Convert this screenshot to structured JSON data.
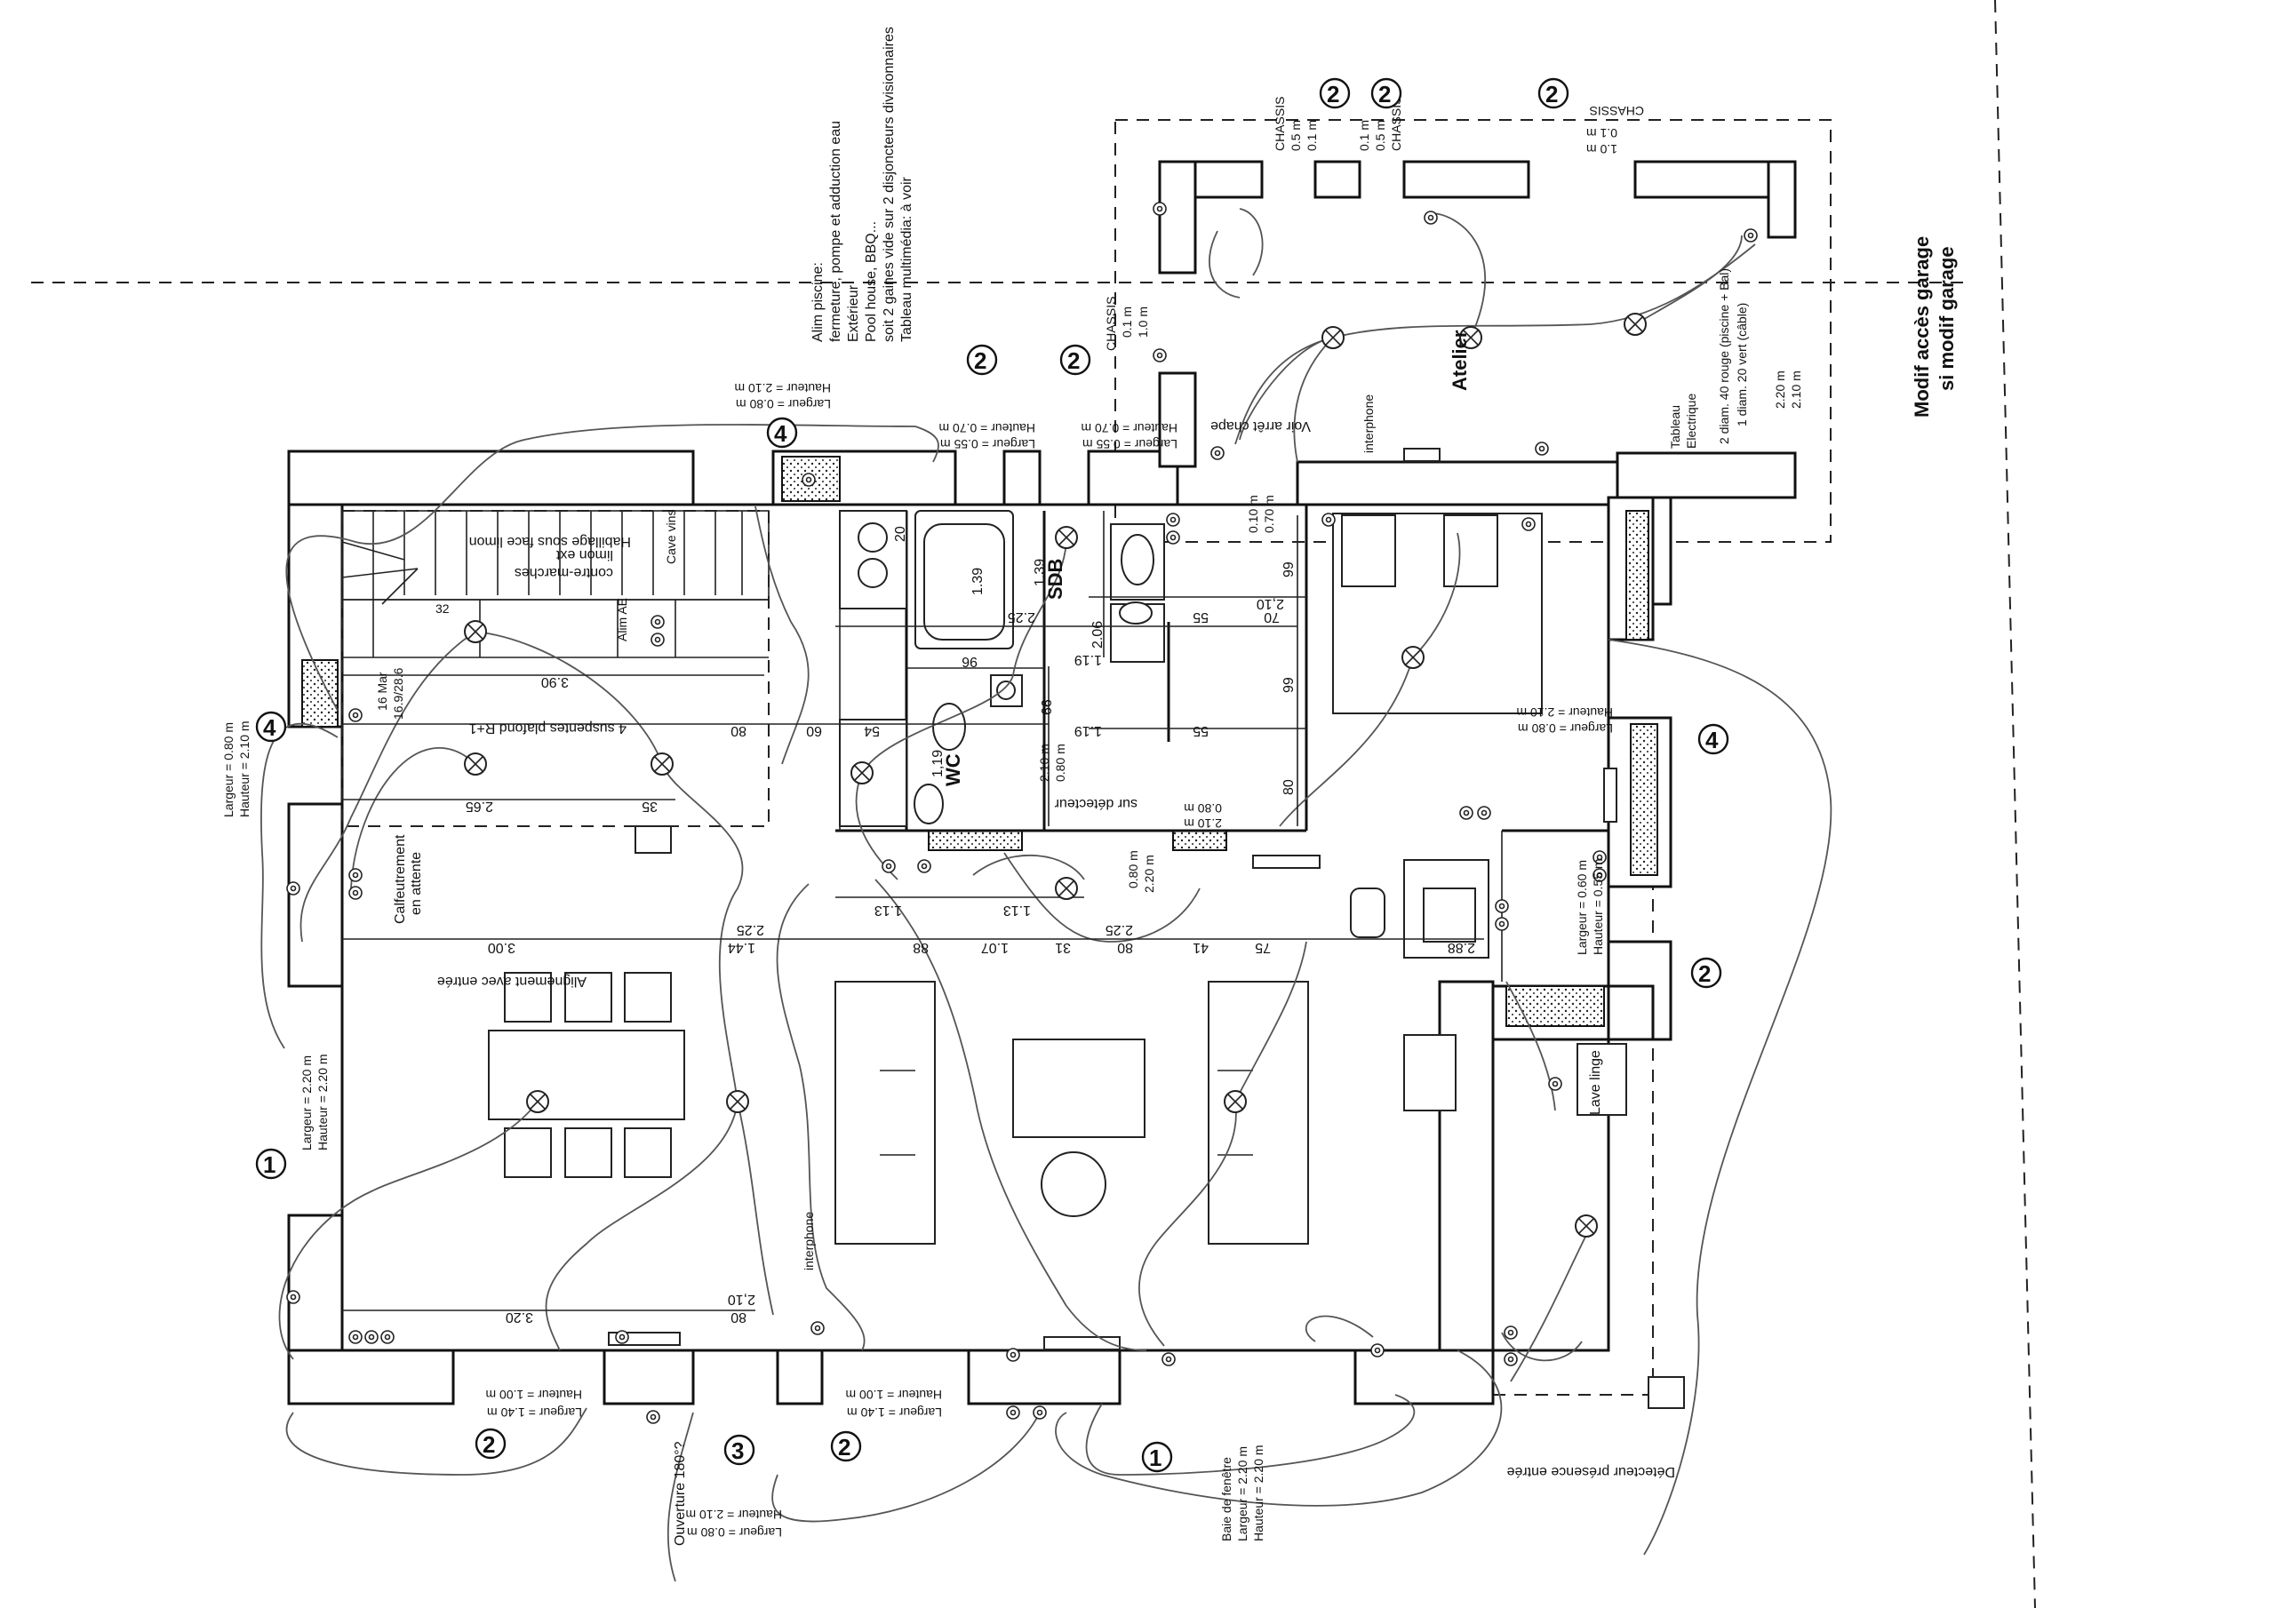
{
  "rooms": {
    "wc": "WC",
    "sdb": "SDB",
    "atelier": "Atelier",
    "lave_linge": "Lave linge",
    "cave_vins": "Cave vins"
  },
  "notes": {
    "pool_line1": "Alim piscine:",
    "pool_line2": "fermeture, pompe et adduction eau",
    "pool_line3": "Extérieur",
    "pool_line4": "Pool house, BBQ...",
    "pool_line5": "soit 2 gaines vide sur 2 disjoncteurs divisionnaires",
    "pool_line6": "Tableau multimédia: à voir",
    "garage1": "Modif accès garage",
    "garage2": "si modif garage",
    "habillage": "Habillage sous face limon",
    "limon": "limon ext",
    "contre": "contre-marches",
    "suspentes": "4 suspentes plafond R+1",
    "calfeutrement1": "Calfeutrement",
    "calfeutrement2": "en attente",
    "alignement": "Alignement avec entrée",
    "interphone": "interphone",
    "voir_chape": "Voir arrêt chape",
    "tableau1": "Tableau",
    "tableau2": "Electrique",
    "cable1": "2 diam. 40 rouge (piscine + Bal)",
    "cable2": "1 diam. 20 vert (câble)",
    "detecteur_entree": "Détecteur présence entrée",
    "sur_detecteur": "sur détecteur",
    "ouverture": "Ouverture 180°?",
    "baie1": "Baie de fenêtre",
    "alim_ae": "Alim AE",
    "date1": "16 Mar",
    "date2": "16.9/28.6",
    "marche32": "32"
  },
  "openings": {
    "top_left_w": "Largeur = 0.80 m",
    "top_left_h": "Hauteur = 2.10 m",
    "top_mid1_w": "Largeur = 0.55 m",
    "top_mid1_h": "Hauteur = 0.70 m",
    "top_mid2_w": "Largeur = 0.55 m",
    "top_mid2_h": "Hauteur = 0.70 m",
    "left1_w": "Largeur = 0.80 m",
    "left1_h": "Hauteur = 2.10 m",
    "left2_w": "Largeur = 2.20 m",
    "left2_h": "Hauteur = 2.20 m",
    "bot1_w": "Largeur = 1.40 m",
    "bot1_h": "Hauteur = 1.00 m",
    "bot2_w": "Largeur = 1.40 m",
    "bot2_h": "Hauteur = 1.00 m",
    "bot_door_w": "Largeur = 0.80 m",
    "bot_door_h": "Hauteur = 2.10 m",
    "baie_w": "Largeur = 2.20 m",
    "baie_h": "Hauteur = 2.20 m",
    "right1_w": "Largeur = 0.80 m",
    "right1_h": "Hauteur = 2.10 m",
    "right2_w": "Largeur = 0.60 m",
    "right2_h": "Hauteur = 0.55 m",
    "chassis": "CHASSIS",
    "ch_05": "0.5 m",
    "ch_01": "0.1 m",
    "ch_10": "1.0 m",
    "garage_220": "2.20 m",
    "garage_210": "2.10 m"
  },
  "dims": {
    "d390": "3.90",
    "d265": "2.65",
    "d35": "35",
    "d80a": "80",
    "d60": "60",
    "d300": "3.00",
    "d144": "1.44",
    "d225a": "2.25",
    "d88": "88",
    "d113a": "1.13",
    "d113b": "1.13",
    "d107": "1.07",
    "d31": "31",
    "d80b": "80",
    "d225b": "2.25",
    "d41": "41",
    "d75": "75",
    "d288": "2.88",
    "d320": "3.20",
    "d210a": "2,10",
    "d80c": "80",
    "d139a": "1.39",
    "d139b": "1.39",
    "d225c": "2.25",
    "d206": "2.06",
    "d119a": "1.19",
    "d119b": "1.19",
    "d119c": "1,19",
    "d66": "66",
    "d54": "54",
    "d55a": "55",
    "d55b": "55",
    "d70": "70",
    "d99a": "99",
    "d99b": "99",
    "d210b": "2,10",
    "d80d": "80",
    "d20": "20",
    "d96": "96",
    "d08": "0.80 m",
    "d210m": "2.10 m",
    "d220m": "2.20 m",
    "d070m": "0.70 m",
    "d010m": "0.10 m"
  },
  "badges": {
    "b1a": "1",
    "b1b": "1",
    "b2a": "2",
    "b2b": "2",
    "b2c": "2",
    "b2d": "2",
    "b2e": "2",
    "b2f": "2",
    "b2g": "2",
    "b2h": "2",
    "b3": "3",
    "b4a": "4",
    "b4b": "4",
    "b4c": "4"
  }
}
